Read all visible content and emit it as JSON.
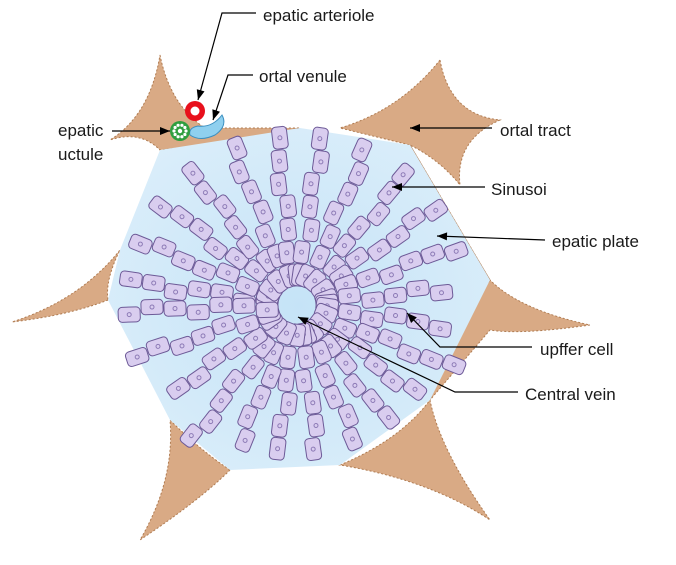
{
  "labels": {
    "hepatic_arteriole": "epatic arteriole",
    "portal_venule": "ortal venule",
    "hepatic_ductule_line1": "epatic",
    "hepatic_ductule_line2": "uctule",
    "portal_tract": "ortal tract",
    "sinusoid": "Sinusoi",
    "hepatic_plate": "epatic plate",
    "kupffer_cell": "upffer cell",
    "central_vein": "Central vein"
  },
  "colors": {
    "portal_tract_fill": "#d9aa85",
    "portal_tract_edge": "#b07c52",
    "lobule_fill": "#dbeefa",
    "lobule_center": "#c5e3f7",
    "hepatocyte_fill": "#d9cdef",
    "hepatocyte_stroke": "#6d5a97",
    "nucleus": "#8d7bb6",
    "arteriole": "#e8101c",
    "venule": "#8fd0ef",
    "ductule": "#2f9e3f",
    "line": "#000000"
  }
}
